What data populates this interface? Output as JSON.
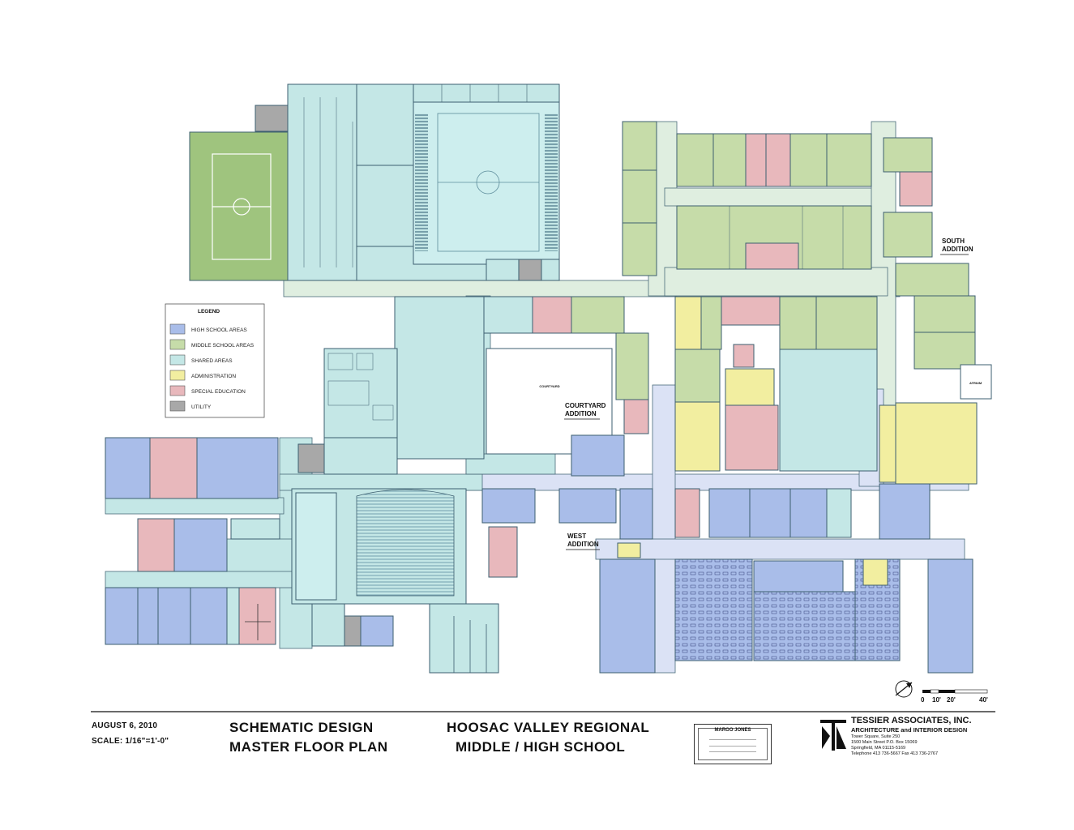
{
  "legend": {
    "title": "LEGEND",
    "items": [
      {
        "label": "HIGH SCHOOL AREAS",
        "color": "#a9bde9"
      },
      {
        "label": "MIDDLE SCHOOL AREAS",
        "color": "#c6dca9"
      },
      {
        "label": "SHARED AREAS",
        "color": "#c4e7e6"
      },
      {
        "label": "ADMINISTRATION",
        "color": "#f2eea0"
      },
      {
        "label": "SPECIAL EDUCATION",
        "color": "#e8b8bc"
      },
      {
        "label": "UTILITY",
        "color": "#a8a8a8"
      }
    ]
  },
  "annotations": {
    "south_addition": [
      "SOUTH",
      "ADDITION"
    ],
    "courtyard_addition": [
      "COURTYARD",
      "ADDITION"
    ],
    "west_addition": [
      "WEST",
      "ADDITION"
    ],
    "courtyard": "COURTYARD",
    "atrium": "ATRIUM"
  },
  "scale": {
    "ticks": [
      "0",
      "10'",
      "20'",
      "40'"
    ]
  },
  "title_block": {
    "date": "AUGUST 6, 2010",
    "scale": "SCALE: 1/16\"=1'-0\"",
    "drawing_title_1": "SCHEMATIC DESIGN",
    "drawing_title_2": "MASTER FLOOR PLAN",
    "project_1": "HOOSAC VALLEY REGIONAL",
    "project_2": "MIDDLE / HIGH SCHOOL",
    "stamp_name": "MARGO JONES",
    "firm_name": "TESSIER ASSOCIATES, INC.",
    "firm_sub": "ARCHITECTURE and INTERIOR DESIGN",
    "firm_addr_1": "Tower Square, Suite 250",
    "firm_addr_2": "1500 Main Street P.O. Box 15069",
    "firm_addr_3": "Springfield, MA 01115-5169",
    "firm_addr_4": "Telephone 413 736-5667  Fax 413 736-2767"
  },
  "colors": {
    "hs": "#a9bde9",
    "ms": "#c6dca9",
    "shared": "#c4e7e6",
    "admin": "#f2eea0",
    "sped": "#e8b8bc",
    "utility": "#a8a8a8",
    "corridor": "#dfeee0",
    "corridor_hs": "#dbe2f5",
    "field": "#9fc47e"
  }
}
